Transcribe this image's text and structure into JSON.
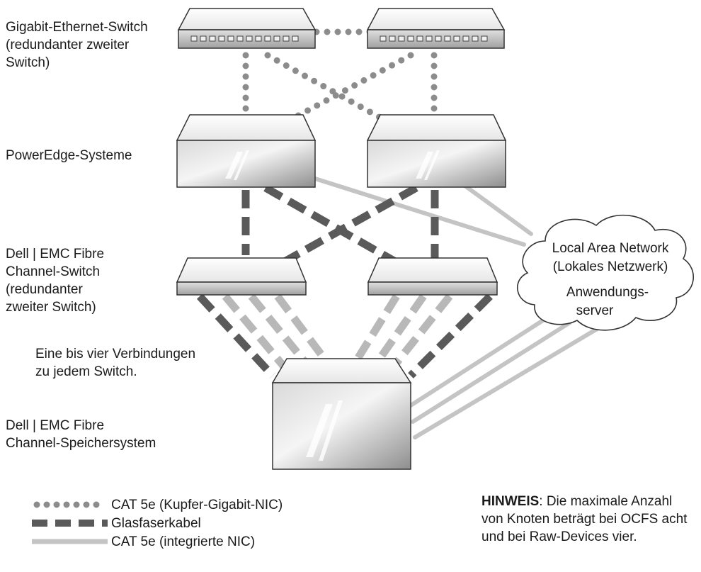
{
  "labels": {
    "gigabit_switch": "Gigabit-Ethernet-Switch\n(redundanter zweiter\nSwitch)",
    "poweredge": "PowerEdge-Systeme",
    "fc_switch": "Dell | EMC Fibre\nChannel-Switch\n(redundanter\nzweiter Switch)",
    "connections": "Eine bis vier Verbindungen\nzu jedem Switch.",
    "storage": "Dell | EMC Fibre\nChannel-Speichersystem"
  },
  "cloud": {
    "line1": "Local Area Network",
    "line2": "(Lokales Netzwerk)",
    "line3": "Anwendungs-",
    "line4": "server"
  },
  "legend": [
    {
      "style": "dotted",
      "label": "CAT 5e (Kupfer-Gigabit-NIC)"
    },
    {
      "style": "dashed",
      "label": "Glasfaserkabel"
    },
    {
      "style": "solid",
      "label": "CAT 5e (integrierte NIC)"
    }
  ],
  "note": {
    "prefix": "HINWEIS",
    "text": ": Die maximale Anzahl von Knoten beträgt bei OCFS acht und bei Raw-Devices vier."
  },
  "colors": {
    "dotted": "#8c8c8c",
    "dashed": "#5a5a5a",
    "dashed_light": "#b8b8b8",
    "solid": "#c4c4c4",
    "device_stroke": "#333333"
  }
}
